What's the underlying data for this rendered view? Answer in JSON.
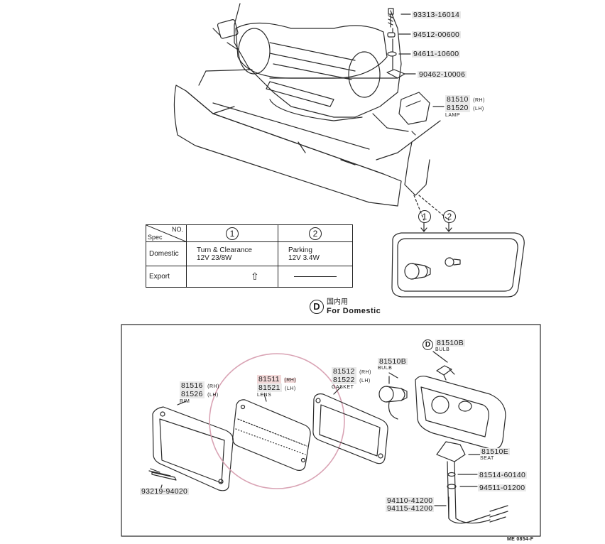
{
  "top_parts": [
    {
      "part_no": "93313-16014"
    },
    {
      "part_no": "94512-00600"
    },
    {
      "part_no": "94611-10600"
    },
    {
      "part_no": "90462-10006"
    }
  ],
  "lamp_label": {
    "rh": "81510",
    "rh_suffix": "(RH)",
    "lh": "81520",
    "lh_suffix": "(LH)",
    "name": "LAMP"
  },
  "callouts": {
    "one": "1",
    "two": "2"
  },
  "spec_table": {
    "header_spec": "Spec",
    "header_no": "NO.",
    "col1": "1",
    "col2": "2",
    "row1_label": "Domestic",
    "row1_col1_line1": "Turn & Clearance",
    "row1_col1_line2": "12V 23/8W",
    "row1_col2_line1": "Parking",
    "row1_col2_line2": "12V 3.4W",
    "row2_label": "Export",
    "row2_col1": "⇧",
    "row2_col2": ""
  },
  "domestic_heading": {
    "letter": "D",
    "jp": "国内用",
    "en": "For Domestic"
  },
  "exploded_parts": {
    "bulb_d": {
      "letter": "D",
      "part_no": "81510B",
      "name": "BULB"
    },
    "bulb": {
      "part_no": "81510B",
      "name": "BULB"
    },
    "gasket": {
      "rh": "81512",
      "rh_suffix": "(RH)",
      "lh": "81522",
      "lh_suffix": "(LH)",
      "name": "GASKET"
    },
    "lens": {
      "rh": "81511",
      "rh_suffix": "(RH)",
      "lh": "81521",
      "lh_suffix": "(LH)",
      "name": "LENS"
    },
    "rim": {
      "rh": "81516",
      "rh_suffix": "(RH)",
      "lh": "81526",
      "lh_suffix": "(LH)",
      "name": "RIM"
    },
    "seat": {
      "part_no": "81510E",
      "name": "SEAT"
    },
    "p81514": {
      "part_no": "81514-60140"
    },
    "p94511": {
      "part_no": "94511-01200"
    },
    "p94110": {
      "part_no": "94110-41200"
    },
    "p94115": {
      "part_no": "94115-41200"
    },
    "screw": {
      "part_no": "93219-94020"
    }
  },
  "figure_code": "ME 0854-F",
  "highlight_color": "#d9a3b4"
}
